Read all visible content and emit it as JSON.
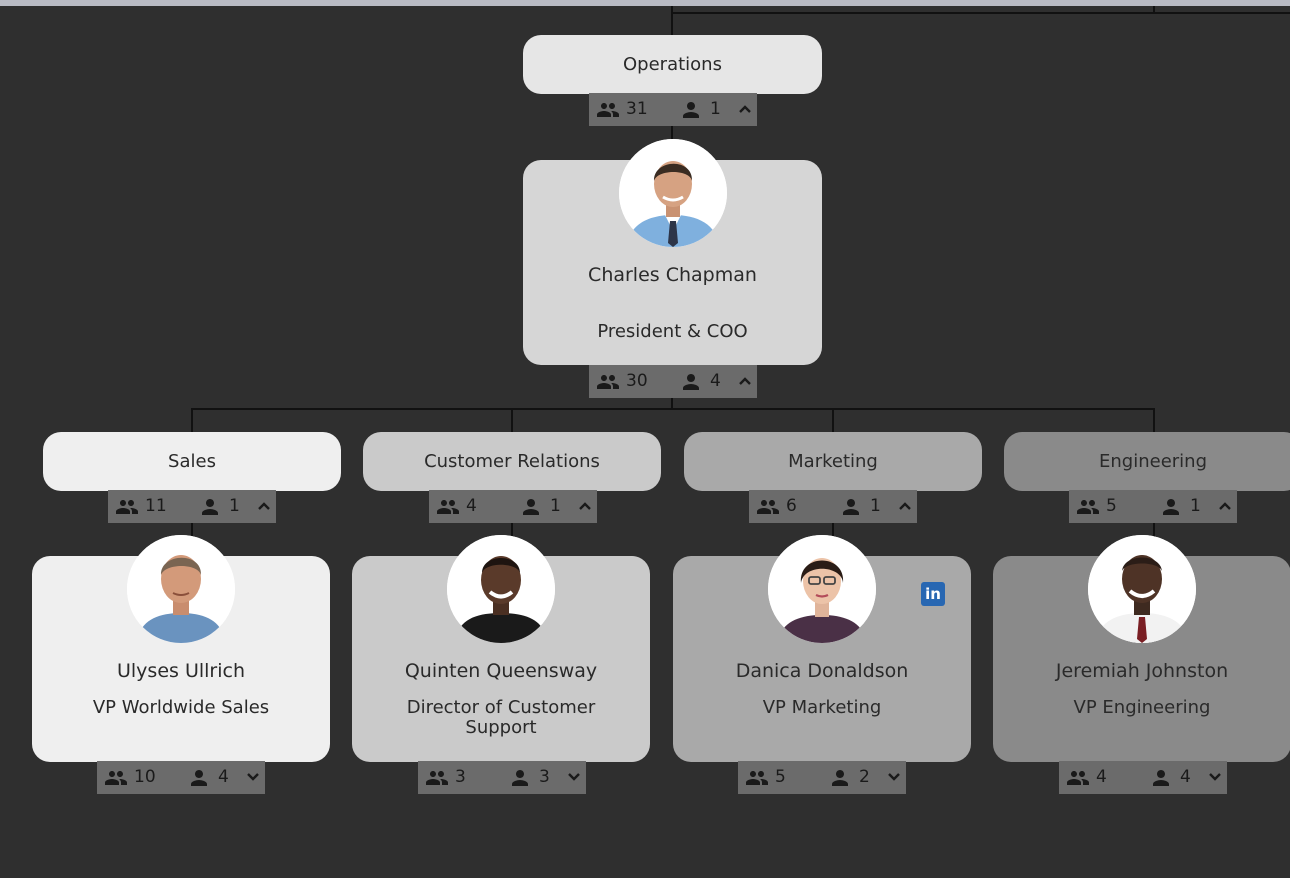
{
  "colors": {
    "background": "#2f2f2f",
    "level_0": "#e6e6e6",
    "level_1": "#d6d6d6",
    "sales": "#efefef",
    "customer_relations": "#cacaca",
    "marketing": "#a9a9a9",
    "engineering": "#8a8a8a",
    "strip": "#6b6b6b",
    "linkedin": "#2867b2"
  },
  "icons": {
    "members": "people-icon",
    "reports": "person-icon",
    "expanded": "chevron-up-icon",
    "collapsed": "chevron-down-icon",
    "social": "linkedin-icon"
  },
  "root": {
    "department": "Operations",
    "dept_members": "31",
    "dept_reports": "1",
    "person": {
      "name": "Charles Chapman",
      "title": "President & COO",
      "members": "30",
      "reports": "4"
    }
  },
  "children": [
    {
      "department": "Sales",
      "dept_members": "11",
      "dept_reports": "1",
      "person": {
        "name": "Ulyses Ullrich",
        "title": "VP Worldwide Sales",
        "members": "10",
        "reports": "4"
      }
    },
    {
      "department": "Customer Relations",
      "dept_members": "4",
      "dept_reports": "1",
      "person": {
        "name": "Quinten Queensway",
        "title_line1": "Director of Customer",
        "title_line2": "Support",
        "members": "3",
        "reports": "3"
      }
    },
    {
      "department": "Marketing",
      "dept_members": "6",
      "dept_reports": "1",
      "person": {
        "name": "Danica Donaldson",
        "title": "VP Marketing",
        "members": "5",
        "reports": "2",
        "linkedin_label": "in"
      }
    },
    {
      "department": "Engineering",
      "dept_members": "5",
      "dept_reports": "1",
      "person": {
        "name": "Jeremiah Johnston",
        "title": "VP Engineering",
        "members": "4",
        "reports": "4"
      }
    }
  ]
}
